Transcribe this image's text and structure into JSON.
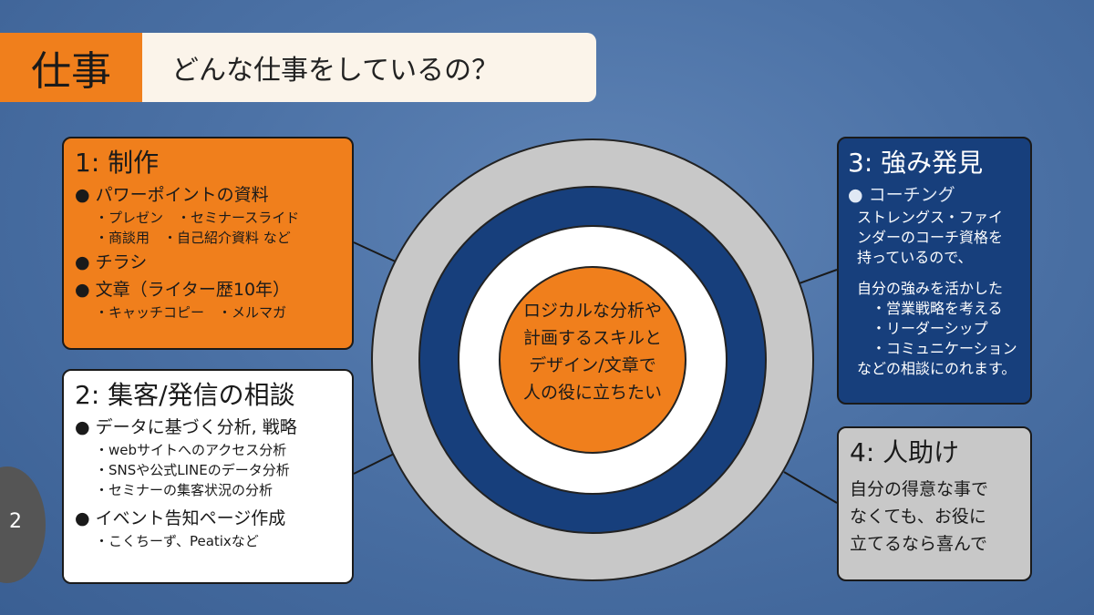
{
  "header": {
    "tag": "仕事",
    "title": "どんな仕事をしているの？"
  },
  "box1": {
    "title": "1: 制作",
    "items": [
      {
        "bullet": "● パワーポイントの資料",
        "subs": [
          "・プレゼン　・セミナースライド",
          "・商談用　・自己紹介資料 など"
        ]
      },
      {
        "bullet": "● チラシ",
        "subs": []
      },
      {
        "bullet": "● 文章（ライター歴10年）",
        "subs": [
          "・キャッチコピー　・メルマガ"
        ]
      }
    ]
  },
  "box2": {
    "title": "2: 集客/発信の相談",
    "items": [
      {
        "bullet": "● データに基づく分析, 戦略",
        "subs": [
          "・webサイトへのアクセス分析",
          "・SNSや公式LINEのデータ分析",
          "・セミナーの集客状況の分析"
        ]
      },
      {
        "bullet": "● イベント告知ページ作成",
        "subs": [
          "・こくちーず、Peatixなど"
        ]
      }
    ]
  },
  "box3": {
    "title": "3: 強み発見",
    "bullet": "● コーチング",
    "lines": [
      "ストレングス・ファイ",
      "ンダーのコーチ資格を",
      "持っているので、"
    ],
    "lines2": [
      "自分の強みを活かした"
    ],
    "subs": [
      "・営業戦略を考える",
      "・リーダーシップ",
      "・コミュニケーション"
    ],
    "tail": "などの相談にのれます。"
  },
  "box4": {
    "title": "4: 人助け",
    "lines": [
      "自分の得意な事で",
      "なくても、お役に",
      "立てるなら喜んで"
    ]
  },
  "center": {
    "lines": [
      "ロジカルな分析や",
      "計画するスキルと",
      "デザイン/文章で",
      "人の役に立ちたい"
    ]
  },
  "page_number": "2",
  "colors": {
    "orange": "#f07f1c",
    "navy": "#173f7c",
    "gray": "#c8c8c8",
    "background": "#4c72a6"
  }
}
